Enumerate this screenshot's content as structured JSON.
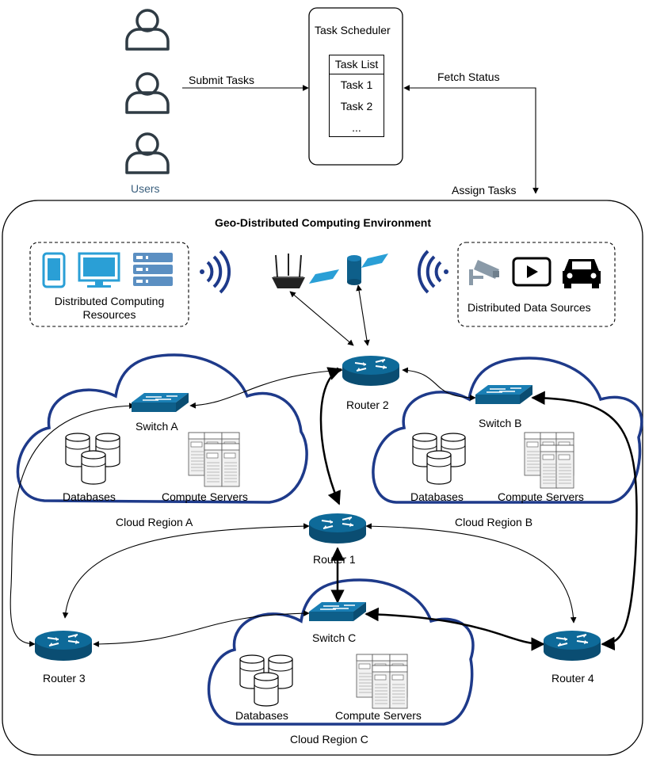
{
  "title": "Geo-Distributed Computing Environment",
  "users_label": "Users",
  "scheduler": {
    "title": "Task Scheduler",
    "list_header": "Task List",
    "tasks": [
      "Task 1",
      "Task 2",
      "..."
    ]
  },
  "edges": {
    "submit": "Submit Tasks",
    "fetch": "Fetch Status",
    "assign": "Assign Tasks"
  },
  "resources_label": "Distributed Computing\nResources",
  "sources_label": "Distributed Data Sources",
  "routers": [
    "Router 1",
    "Router 2",
    "Router 3",
    "Router 4"
  ],
  "switches": [
    "Switch A",
    "Switch B",
    "Switch C"
  ],
  "regions": [
    {
      "name": "Cloud Region A",
      "db": "Databases",
      "servers": "Compute Servers"
    },
    {
      "name": "Cloud Region B",
      "db": "Databases",
      "servers": "Compute Servers"
    },
    {
      "name": "Cloud Region C",
      "db": "Databases",
      "servers": "Compute Servers"
    }
  ],
  "colors": {
    "navy": "#1e3a8a",
    "device_blue": "#0e5f8a",
    "icon_blue": "#2a9fd6",
    "user_slate": "#2f3b44"
  }
}
